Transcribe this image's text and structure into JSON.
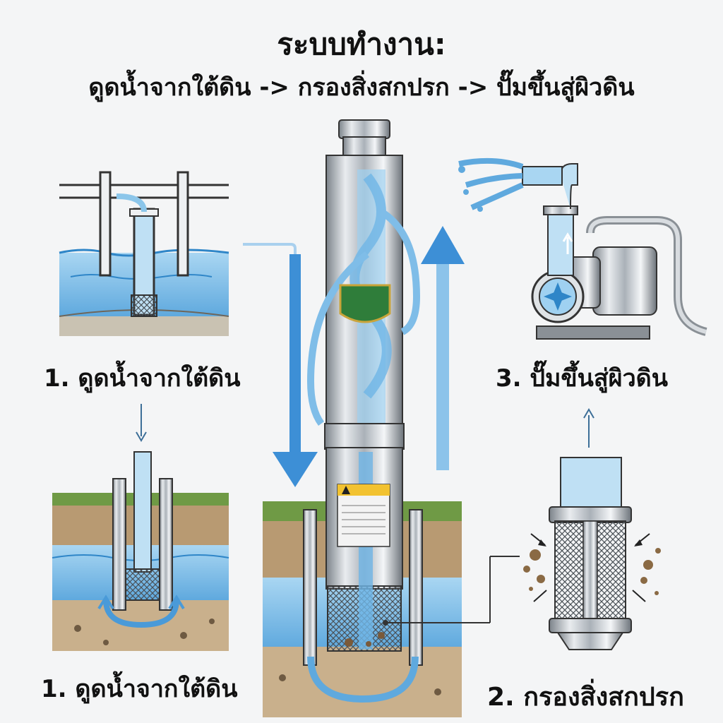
{
  "header": {
    "title": "ระบบทำงาน:",
    "subtitle": "ดูดน้ำจากใต้ดิน -> กรองสิ่งสกปรก -> ปั๊มขึ้นสู่ผิวดิน"
  },
  "steps": {
    "step1_top": "1. ดูดน้ำจากใต้ดิน",
    "step1_bottom": "1. ดูดน้ำจากใต้ดิน",
    "step2": "2. กรองสิ่งสกปรก",
    "step3": "3. ปั๊มขึ้นสู่ผิวดิน"
  },
  "colors": {
    "water": "#8cc6ea",
    "water_dark": "#2f86c8",
    "arrow": "#3d8fd6",
    "soil": "#b89a72",
    "grass": "#6f9a45",
    "steel": "#c9ced3",
    "steel_dark": "#6f767d"
  }
}
